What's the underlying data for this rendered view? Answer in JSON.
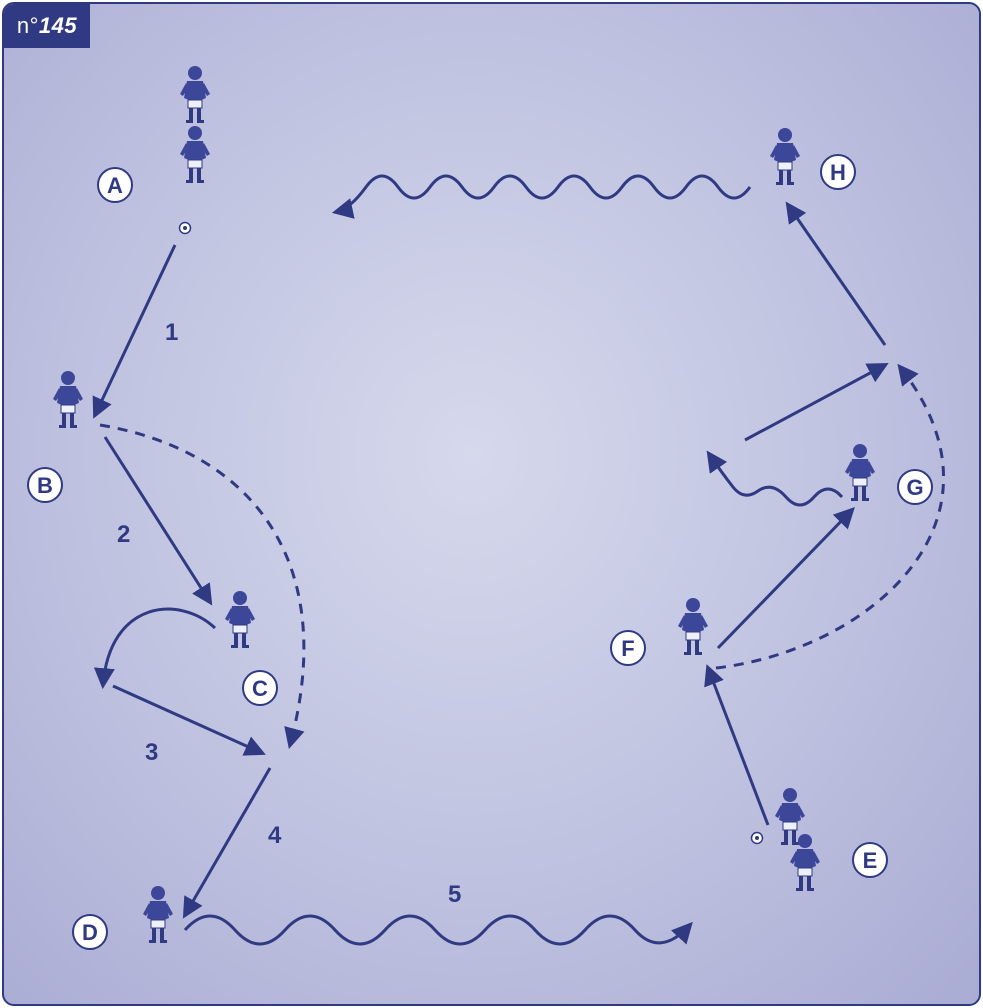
{
  "badge": {
    "prefix": "n°",
    "number": "145"
  },
  "colors": {
    "ink": "#2f3a82",
    "background": "#c3c6e2",
    "badge": "#2f3a82"
  },
  "players": [
    {
      "id": "A",
      "label": "A"
    },
    {
      "id": "B",
      "label": "B"
    },
    {
      "id": "C",
      "label": "C"
    },
    {
      "id": "D",
      "label": "D"
    },
    {
      "id": "E",
      "label": "E"
    },
    {
      "id": "F",
      "label": "F"
    },
    {
      "id": "G",
      "label": "G"
    },
    {
      "id": "H",
      "label": "H"
    }
  ],
  "step_numbers": [
    "1",
    "2",
    "3",
    "4",
    "5"
  ]
}
